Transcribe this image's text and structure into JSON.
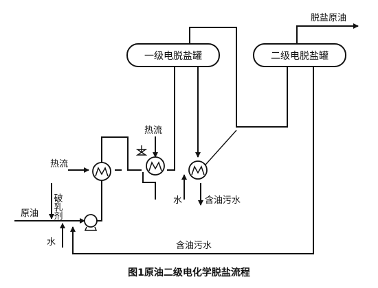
{
  "vessels": {
    "first": "一级电脱盐罐",
    "second": "二级电脱盐罐"
  },
  "labels": {
    "desalted_crude": "脱盐原油",
    "hot_stream_left": "热流",
    "hot_stream_top": "热流",
    "demulsifier": "破乳剂",
    "crude_oil": "原油",
    "water_bottom": "水",
    "water_mid": "水",
    "oily_wastewater_mid": "含油污水",
    "oily_wastewater_bottom": "含油污水"
  },
  "caption": "图1原油二级电化学脱盐流程"
}
